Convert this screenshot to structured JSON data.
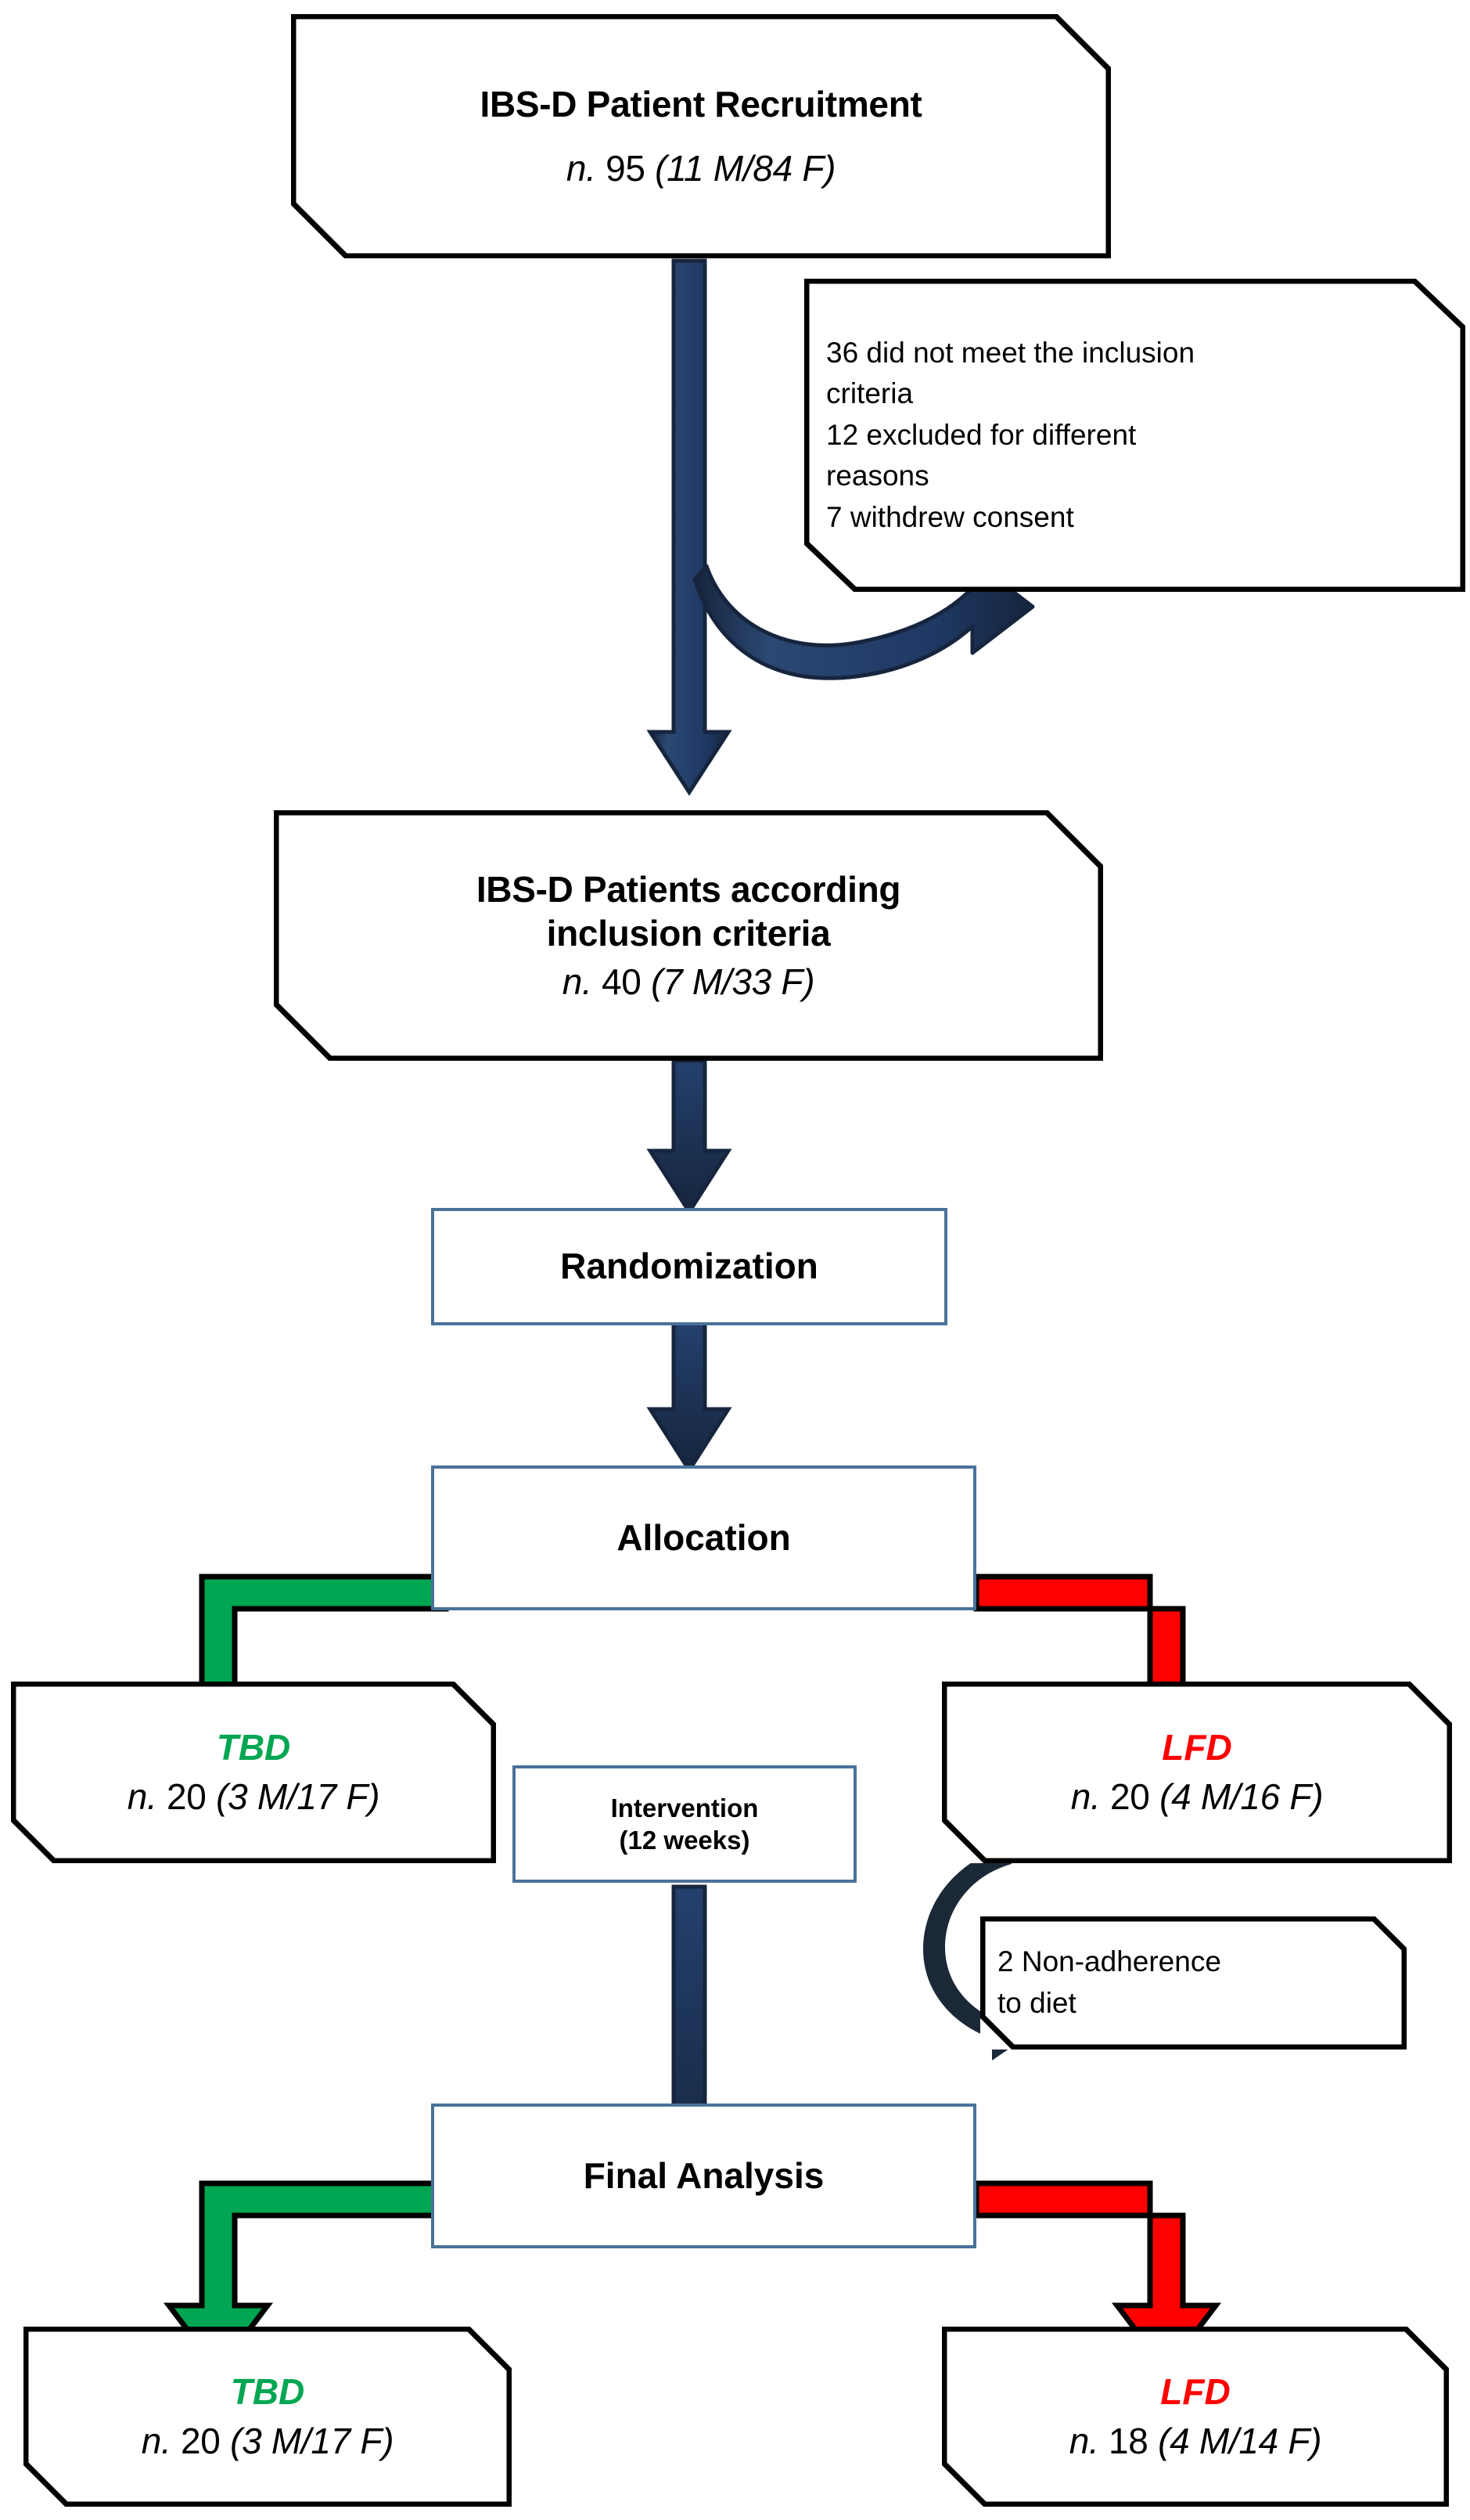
{
  "diagram": {
    "title": "IBS-D study CONSORT flow diagram",
    "colors": {
      "navy_arrow": "#1f3864",
      "navy_arrow_dark": "#16253d",
      "blue_box_border": "#4a7299",
      "tbd_green": "#00a651",
      "lfd_red": "#ff0000",
      "outline_black": "#000000",
      "background": "#ffffff"
    }
  },
  "nodes": {
    "recruitment": {
      "heading": "IBS-D Patient Recruitment",
      "count_prefix": "n.",
      "count": "95",
      "breakdown": "(11 M/84 F)"
    },
    "exclusions": {
      "line1": "36 did not meet the inclusion",
      "line2": "criteria",
      "line3": " 12 excluded for different",
      "line4": " reasons",
      "line5": " 7 withdrew consent"
    },
    "eligible": {
      "heading_line1": "IBS-D Patients according",
      "heading_line2": "inclusion criteria",
      "count_prefix": "n.",
      "count": "40",
      "breakdown": "(7 M/33 F)"
    },
    "randomization": {
      "label": "Randomization"
    },
    "allocation": {
      "label": "Allocation"
    },
    "tbd_alloc": {
      "diet": "TBD",
      "count_prefix": "n.",
      "count": "20",
      "breakdown": "(3 M/17 F)"
    },
    "lfd_alloc": {
      "diet": "LFD",
      "count_prefix": "n.",
      "count": "20",
      "breakdown": "(4 M/16 F)"
    },
    "intervention": {
      "line1": "Intervention",
      "line2": "(12 weeks)"
    },
    "nonadherence": {
      "line1": "2 Non-adherence",
      "line2": "to diet"
    },
    "final_analysis": {
      "label": "Final Analysis"
    },
    "tbd_final": {
      "diet": "TBD",
      "count_prefix": "n.",
      "count": "20",
      "breakdown": "(3 M/17 F)"
    },
    "lfd_final": {
      "diet": "LFD",
      "count_prefix": "n.",
      "count": "18",
      "breakdown": "(4 M/14 F)"
    }
  },
  "connectors": {
    "recruit_to_eligible": "straight-down-navy-arrow",
    "recruit_to_exclusions": "curved-navy-arrow-right",
    "eligible_to_randomization": "straight-down-navy-arrow",
    "randomization_to_allocation": "straight-down-navy-arrow",
    "allocation_to_tbd": "elbow-green-arrow-left",
    "allocation_to_lfd": "elbow-red-arrow-right",
    "lfd_to_nonadherence": "curved-dark-arrow",
    "intervention_to_final": "straight-down-navy-arrow",
    "final_to_tbd": "elbow-green-arrow-left",
    "final_to_lfd": "elbow-red-arrow-right"
  }
}
